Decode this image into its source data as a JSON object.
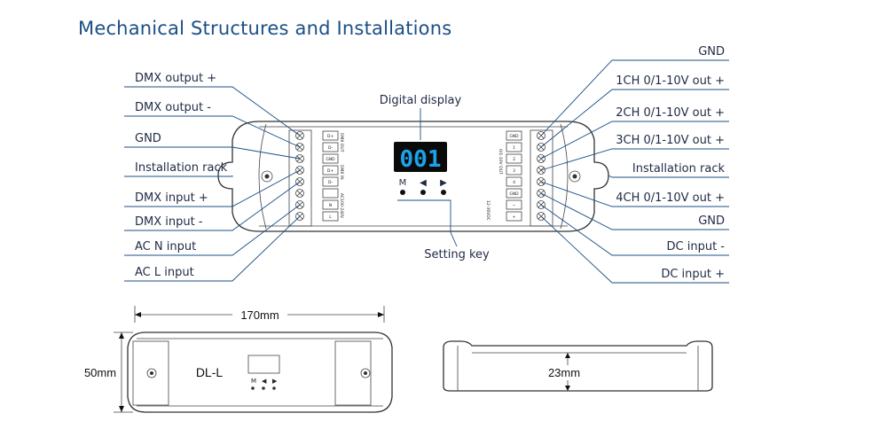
{
  "title": "Mechanical Structures and Installations",
  "left_labels": [
    "DMX output +",
    "DMX output -",
    "GND",
    "Installation rack",
    "DMX input +",
    "DMX input -",
    "AC N input",
    "AC L input"
  ],
  "right_labels": [
    "GND",
    "1CH 0/1-10V out +",
    "2CH 0/1-10V out +",
    "3CH 0/1-10V out +",
    "Installation rack",
    "4CH 0/1-10V out +",
    "GND",
    "DC input -",
    "DC input +"
  ],
  "digital_display_label": "Digital display",
  "setting_key_label": "Setting key",
  "display_value": "001",
  "key_labels": [
    "M",
    "◀",
    "▶"
  ],
  "left_terminals": [
    "D+",
    "D-",
    "GND",
    "D+",
    "D-",
    "",
    "N",
    "L"
  ],
  "right_terminals": [
    "GND",
    "1",
    "2",
    "3",
    "4",
    "GND",
    "−",
    "+"
  ],
  "left_side_texts": [
    "DMX OUT",
    "DMX IN",
    "AC100-240V"
  ],
  "right_side_texts": [
    "0/1-10V OUT",
    "12-36VDC"
  ],
  "dims": {
    "width": "170mm",
    "height": "50mm",
    "depth": "23mm"
  },
  "model": "DL-L",
  "colors": {
    "accent": "#1b4f86",
    "display_bg": "#0a0a0a",
    "segments": "#1aa3e8"
  }
}
